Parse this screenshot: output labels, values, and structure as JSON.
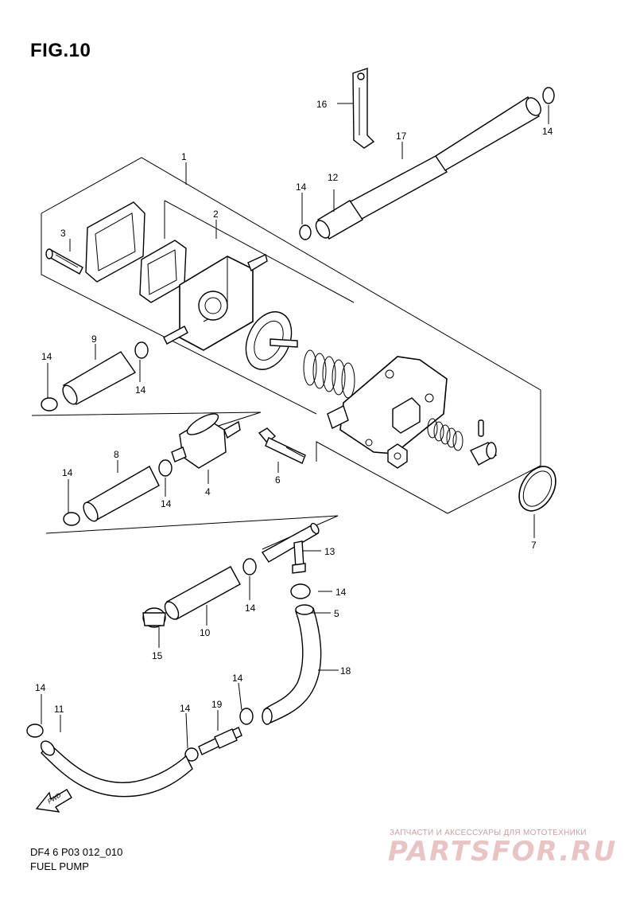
{
  "figure": {
    "title": "FIG.10",
    "reference_code": "DF4 6 P03 012_010",
    "caption": "FUEL PUMP"
  },
  "watermark": {
    "line1": "ЗАПЧАСТИ И АКСЕССУАРЫ ДЛЯ МОТОТЕХНИКИ",
    "logo": "PARTSFOR.RU"
  },
  "callouts": [
    "1",
    "2",
    "3",
    "4",
    "5",
    "6",
    "7",
    "8",
    "9",
    "10",
    "11",
    "12",
    "13",
    "14",
    "15",
    "16",
    "17",
    "18",
    "19"
  ],
  "icons": {
    "fwd": "FWD"
  }
}
